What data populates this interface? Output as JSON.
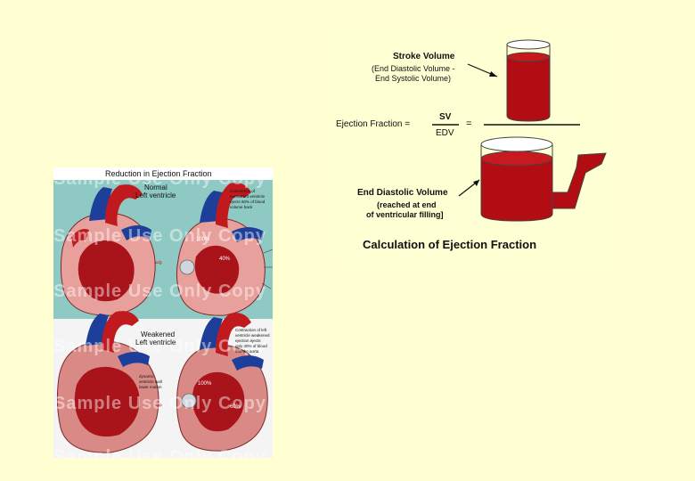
{
  "ejection": {
    "stroke_volume_title": "Stroke Volume",
    "stroke_volume_line1": "(End Diastolic Volume -",
    "stroke_volume_line2": "End Systolic Volume)",
    "ef_label": "Ejection Fraction =",
    "numerator": "SV",
    "denominator": "EDV",
    "equals": "=",
    "edv_title": "End Diastolic Volume",
    "edv_line1": "(reached at end",
    "edv_line2": "of ventricular filling]",
    "caption": "Calculation of Ejection Fraction"
  },
  "heart": {
    "title": "Reduction in Ejection Fraction",
    "normal_line1": "Normal",
    "normal_line2": "Left ventricle",
    "normal_note1": "Contraction of",
    "normal_note2": "normal left ventricle",
    "normal_note3": "ejects 60% of blood",
    "normal_note4": "volume back",
    "weak_line1": "Weakened",
    "weak_line2": "Left ventricle",
    "weak_note1": "Contraction of left",
    "weak_note2": "ventricle weakened",
    "weak_note3": "ejection ejects",
    "weak_note4": "only 40% of blood",
    "weak_note5": "into the aorta",
    "dyn_note1": "dynamic",
    "dyn_note2": "ventricle wall",
    "dyn_note3": "lower motion",
    "pct_normal_top": "100%",
    "pct_normal_bottom": "40%",
    "pct_weak_top": "100%",
    "pct_weak_bottom": "60%",
    "watermark": "Sample Use Only Copy"
  },
  "colors": {
    "background": "#ffffd1",
    "blood": "#b10d12",
    "heart_bg_top": "#8fc9c3",
    "heart_bg_bottom": "#f4f4f4"
  }
}
